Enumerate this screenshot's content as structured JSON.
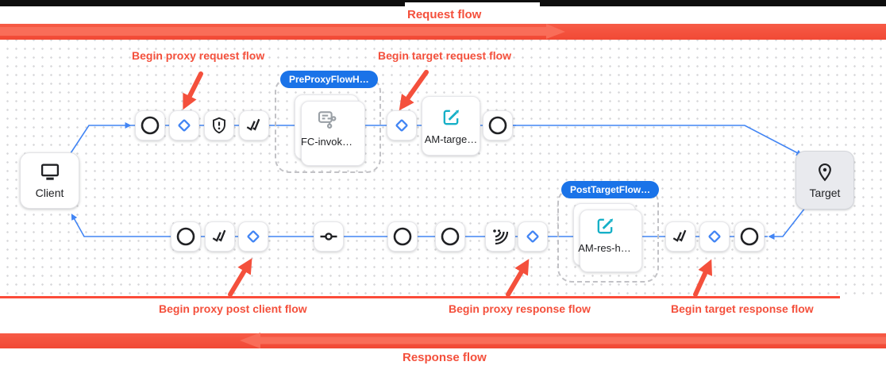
{
  "banners": {
    "request": "Request flow",
    "response": "Response flow"
  },
  "annotations": {
    "proxy_request": "Begin proxy request flow",
    "target_request": "Begin target request flow",
    "post_client": "Begin proxy post client flow",
    "proxy_response": "Begin proxy response flow",
    "target_response": "Begin target response flow"
  },
  "endpoints": {
    "client": "Client",
    "target": "Target"
  },
  "flow_hooks": {
    "pre_proxy": {
      "badge": "PreProxyFlowH…",
      "policy": "FC-invok…"
    },
    "post_target": {
      "badge": "PostTargetFlow…",
      "policy": "AM-res-h…"
    }
  },
  "policies": {
    "am_target": "AM-targe…"
  },
  "colors": {
    "annotation_red": "#f4503c",
    "bar_red": "#f4523d",
    "edge_blue": "#4285f4",
    "badge_blue": "#1a73e8",
    "policy_teal": "#16b0c7",
    "icon_gray": "#9aa0a6",
    "icon_black": "#202124"
  }
}
